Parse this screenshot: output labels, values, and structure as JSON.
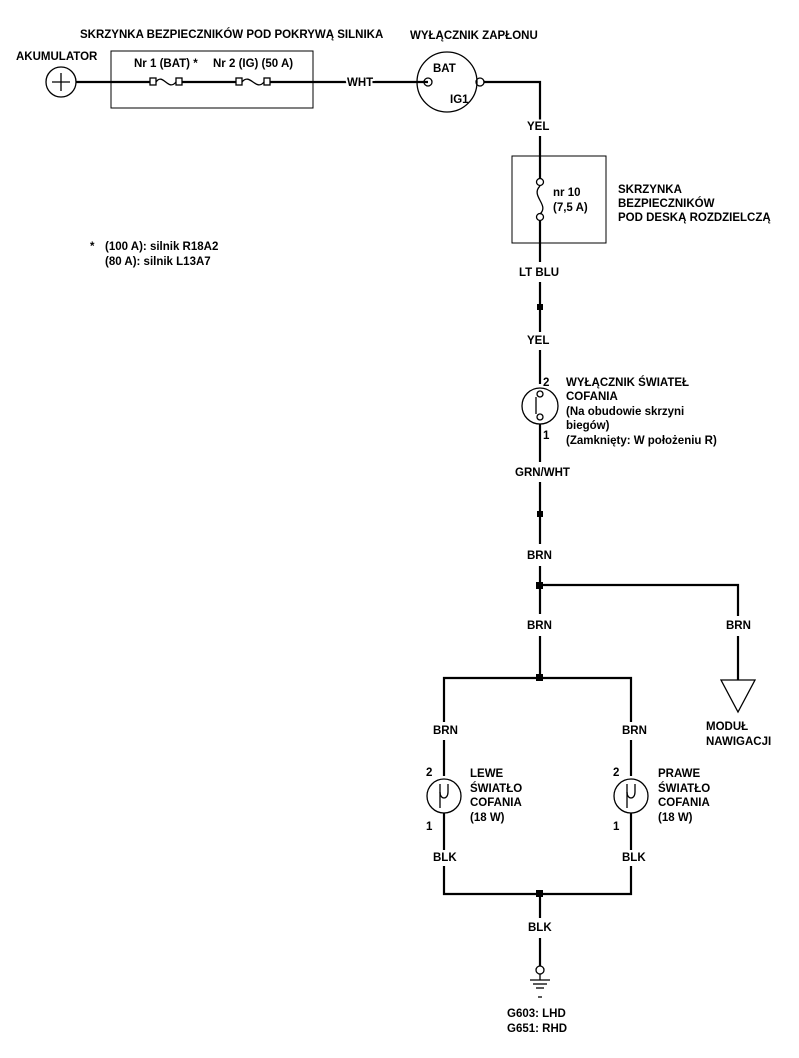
{
  "labels": {
    "battery": "AKUMULATOR",
    "engine_fuse_box": "SKRZYNKA BEZPIECZNIKÓW POD POKRYWĄ SILNIKA",
    "fuse1": "Nr 1 (BAT) *",
    "fuse2": "Nr 2 (IG) (50 A)",
    "ignition_switch": "WYŁĄCZNIK ZAPŁONU",
    "bat_terminal": "BAT",
    "ig1_terminal": "IG1",
    "dash_fuse_box": [
      "SKRZYNKA",
      "BEZPIECZNIKÓW",
      "POD DESKĄ ROZDZIELCZĄ"
    ],
    "fuse10": [
      "nr 10",
      "(7,5 A)"
    ],
    "footnote_star": "*",
    "footnote": [
      "(100 A): silnik R18A2",
      "(80 A): silnik L13A7"
    ],
    "reverse_switch": [
      "WYŁĄCZNIK ŚWIATEŁ",
      "COFANIA",
      "(Na obudowie skrzyni",
      "biegów)",
      "(Zamknięty: W położeniu R)"
    ],
    "pin2": "2",
    "pin1": "1",
    "left_lamp": [
      "LEWE",
      "ŚWIATŁO",
      "COFANIA",
      "(18 W)"
    ],
    "right_lamp": [
      "PRAWE",
      "ŚWIATŁO",
      "COFANIA",
      "(18 W)"
    ],
    "nav_module": [
      "MODUŁ",
      "NAWIGACJI"
    ],
    "ground": [
      "G603: LHD",
      "G651: RHD"
    ]
  },
  "wires": {
    "wht": "WHT",
    "yel1": "YEL",
    "ltblu": "LT BLU",
    "yel2": "YEL",
    "grnwht": "GRN/WHT",
    "brn1": "BRN",
    "brn2": "BRN",
    "brn_nav": "BRN",
    "brn_left": "BRN",
    "brn_right": "BRN",
    "blk_left": "BLK",
    "blk_right": "BLK",
    "blk_ground": "BLK"
  }
}
